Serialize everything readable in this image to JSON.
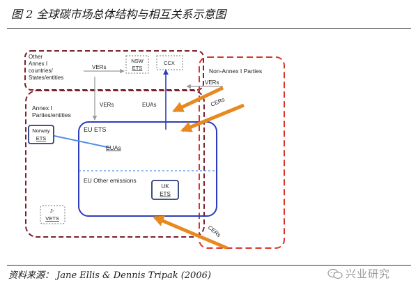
{
  "title": "图 2 全球碳市场总体结构与相互关系示意图",
  "source": "资料来源： Jane Ellis & Dennis Tripak (2006)",
  "watermark": "兴业研究",
  "diagram": {
    "other_annex_label": [
      "Other",
      "Annex I",
      "countries/",
      "States/entities"
    ],
    "non_annex_label": "Non-Annex I Parties",
    "annex_label": [
      "Annex I",
      "Parties/entities"
    ],
    "eu_ets_label": "EU ETS",
    "eu_other_label": "EU Other emissions",
    "norway_label": [
      "Norway",
      "ETS"
    ],
    "uk_label": [
      "UK",
      "ETS"
    ],
    "j_label": [
      "J-",
      "VETS"
    ],
    "nsw_label": [
      "NSW",
      "ETS"
    ],
    "ccx_label": "CCX",
    "euas_inner": "EUAs",
    "euas_top": "EUAs",
    "vers_top": "VERs",
    "vers_mid": "VERs",
    "vers_right": "VERs",
    "cers_upper": "CERs",
    "cers_lower": "CERs"
  },
  "colors": {
    "dark_red": "#7a1f2b",
    "red": "#d9342b",
    "blue": "#2d3bbd",
    "light_blue": "#4d8fe8",
    "orange": "#e8891f",
    "gray": "#9a9a9a"
  }
}
